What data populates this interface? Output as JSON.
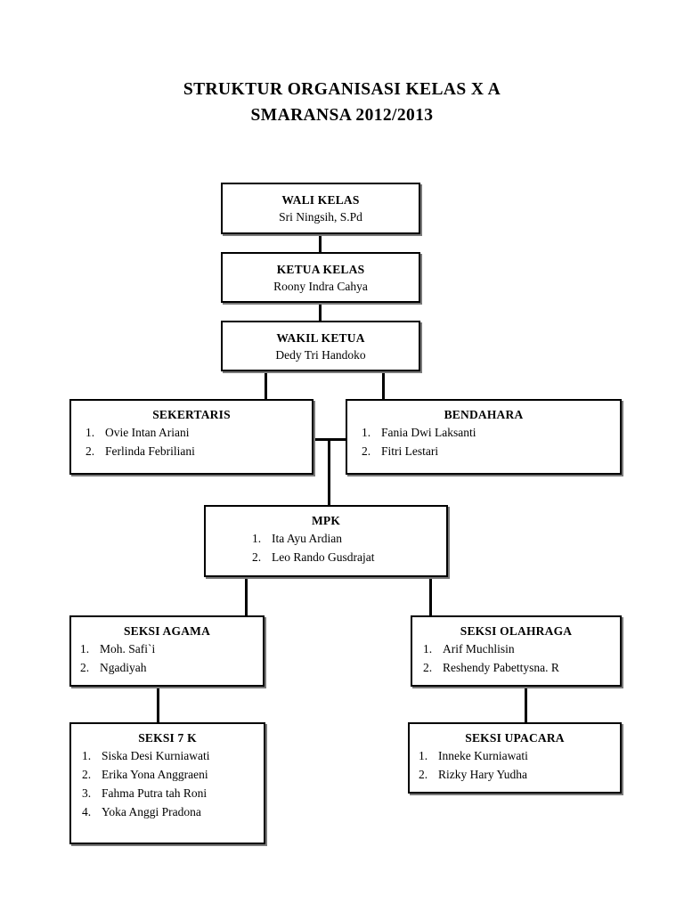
{
  "title": {
    "line1": "STRUKTUR ORGANISASI KELAS X A",
    "line2": "SMARANSA 2012/2013"
  },
  "colors": {
    "background": "#ffffff",
    "text": "#000000",
    "border": "#000000",
    "shadow": "#7a7a7a"
  },
  "chart_data": {
    "type": "diagram",
    "diagram_type": "organizational-chart",
    "title": "STRUKTUR ORGANISASI KELAS X A SMARANSA 2012/2013",
    "nodes": [
      {
        "id": "wali",
        "heading": "WALI KELAS",
        "subtitle": "Sri Ningsih, S.Pd",
        "members": []
      },
      {
        "id": "ketua",
        "heading": "KETUA KELAS",
        "subtitle": "Roony Indra Cahya",
        "members": []
      },
      {
        "id": "wakil",
        "heading": "WAKIL KETUA",
        "subtitle": "Dedy Tri Handoko",
        "members": []
      },
      {
        "id": "sekertaris",
        "heading": "SEKERTARIS",
        "subtitle": "",
        "members": [
          "Ovie Intan Ariani",
          "Ferlinda Febriliani"
        ]
      },
      {
        "id": "bendahara",
        "heading": "BENDAHARA",
        "subtitle": "",
        "members": [
          "Fania Dwi Laksanti",
          "Fitri Lestari"
        ]
      },
      {
        "id": "mpk",
        "heading": "MPK",
        "subtitle": "",
        "members": [
          "Ita Ayu Ardian",
          "Leo Rando Gusdrajat"
        ]
      },
      {
        "id": "agama",
        "heading": "SEKSI AGAMA",
        "subtitle": "",
        "members": [
          "Moh. Safi`i",
          "Ngadiyah"
        ]
      },
      {
        "id": "olahraga",
        "heading": "SEKSI OLAHRAGA",
        "subtitle": "",
        "members": [
          "Arif Muchlisin",
          "Reshendy Pabettysna. R"
        ]
      },
      {
        "id": "7k",
        "heading": "SEKSI 7 K",
        "subtitle": "",
        "members": [
          "Siska Desi Kurniawati",
          "Erika Yona Anggraeni",
          "Fahma Putra tah Roni",
          "Yoka Anggi Pradona"
        ]
      },
      {
        "id": "upacara",
        "heading": "SEKSI UPACARA",
        "subtitle": "",
        "members": [
          "Inneke Kurniawati",
          "Rizky Hary Yudha"
        ]
      }
    ],
    "edges": [
      {
        "from": "wali",
        "to": "ketua"
      },
      {
        "from": "ketua",
        "to": "wakil"
      },
      {
        "from": "wakil",
        "to": "sekertaris"
      },
      {
        "from": "wakil",
        "to": "bendahara"
      },
      {
        "from": "sekertaris",
        "to": "mpk"
      },
      {
        "from": "bendahara",
        "to": "mpk"
      },
      {
        "from": "mpk",
        "to": "agama"
      },
      {
        "from": "mpk",
        "to": "olahraga"
      },
      {
        "from": "agama",
        "to": "7k"
      },
      {
        "from": "olahraga",
        "to": "upacara"
      }
    ]
  },
  "nodes": {
    "wali": {
      "heading": "WALI KELAS",
      "subtitle": "Sri Ningsih, S.Pd"
    },
    "ketua": {
      "heading": "KETUA KELAS",
      "subtitle": "Roony Indra Cahya"
    },
    "wakil": {
      "heading": "WAKIL KETUA",
      "subtitle": "Dedy Tri Handoko"
    },
    "sekertaris": {
      "heading": "SEKERTARIS",
      "members": [
        "Ovie Intan Ariani",
        "Ferlinda Febriliani"
      ],
      "numbers": [
        "1.",
        "2."
      ]
    },
    "bendahara": {
      "heading": "BENDAHARA",
      "members": [
        "Fania Dwi Laksanti",
        "Fitri Lestari"
      ],
      "numbers": [
        "1.",
        "2."
      ]
    },
    "mpk": {
      "heading": "MPK",
      "members": [
        "Ita Ayu Ardian",
        "Leo Rando Gusdrajat"
      ],
      "numbers": [
        "1.",
        "2."
      ]
    },
    "agama": {
      "heading": "SEKSI AGAMA",
      "members": [
        "Moh. Safi`i",
        "Ngadiyah"
      ],
      "numbers": [
        "1.",
        "2."
      ]
    },
    "olahraga": {
      "heading": "SEKSI OLAHRAGA",
      "members": [
        "Arif Muchlisin",
        "Reshendy Pabettysna. R"
      ],
      "numbers": [
        "1.",
        "2."
      ]
    },
    "sevenk": {
      "heading": "SEKSI 7 K",
      "members": [
        "Siska Desi Kurniawati",
        "Erika Yona Anggraeni",
        "Fahma Putra tah Roni",
        "Yoka Anggi Pradona"
      ],
      "numbers": [
        "1.",
        "2.",
        "3.",
        "4."
      ]
    },
    "upacara": {
      "heading": "SEKSI UPACARA",
      "members": [
        "Inneke Kurniawati",
        "Rizky Hary Yudha"
      ],
      "numbers": [
        "1.",
        "2."
      ]
    }
  }
}
